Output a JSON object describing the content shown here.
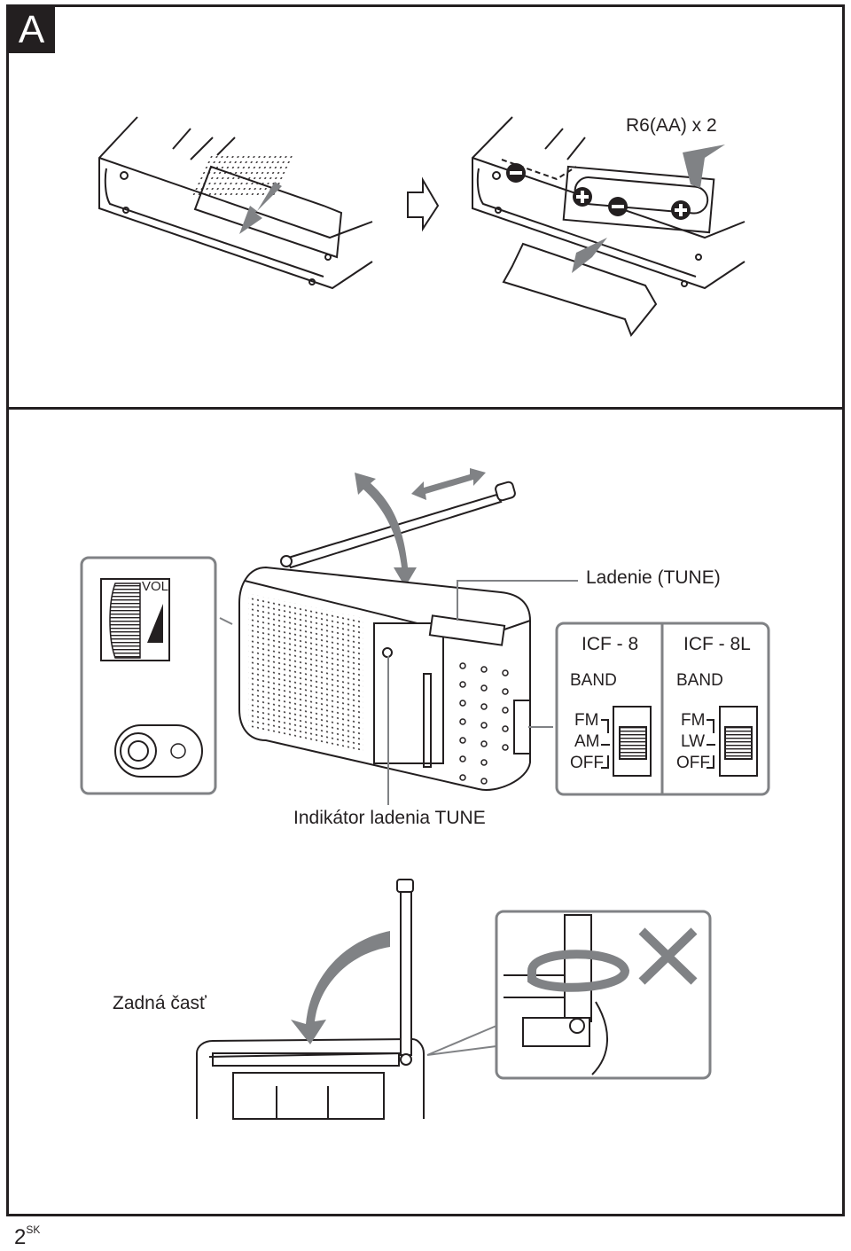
{
  "section": {
    "letter": "A"
  },
  "battery": {
    "spec": "R6(AA) x 2"
  },
  "tuning": {
    "tune_label": "Ladenie (TUNE)",
    "indicator_label": "Indikátor ladenia TUNE"
  },
  "volume": {
    "label": "VOL"
  },
  "models": [
    {
      "name": "ICF - 8",
      "band_label": "BAND",
      "positions": [
        "FM",
        "AM",
        "OFF"
      ]
    },
    {
      "name": "ICF - 8L",
      "band_label": "BAND",
      "positions": [
        "FM",
        "LW",
        "OFF"
      ]
    }
  ],
  "antenna": {
    "back_label": "Zadná časť"
  },
  "page": {
    "number": "2",
    "lang": "SK"
  }
}
